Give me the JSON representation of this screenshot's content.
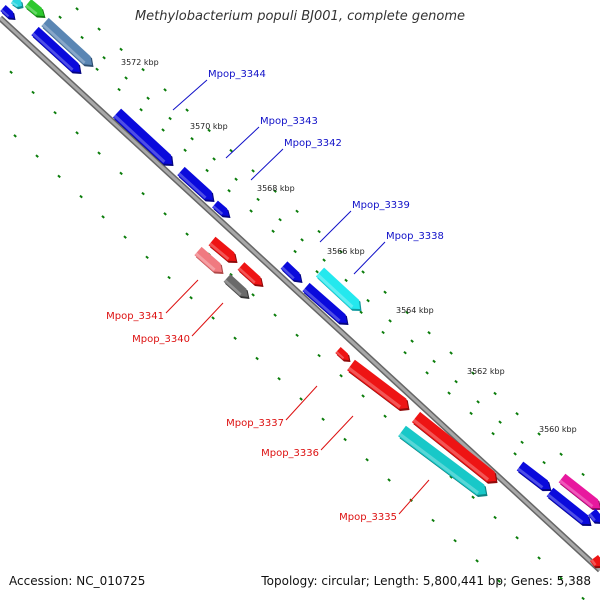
{
  "title": "Methylobacterium populi BJ001, complete genome",
  "footer": {
    "accession": "Accession: NC_010725",
    "summary": "Topology: circular; Length: 5,800,441 bp; Genes: 5,388"
  },
  "colors": {
    "backbone": "#8c8c8c",
    "tick": "#0b7d0b",
    "label_forward": "#1010c8",
    "label_reverse": "#dd1111"
  },
  "ticks": [
    "3572 kbp",
    "3570 kbp",
    "3568 kbp",
    "3566 kbp",
    "3564 kbp",
    "3562 kbp",
    "3560 kbp"
  ],
  "genes_forward": [
    "Mpop_3344",
    "Mpop_3343",
    "Mpop_3342",
    "Mpop_3339",
    "Mpop_3338"
  ],
  "genes_reverse": [
    "Mpop_3341",
    "Mpop_3340",
    "Mpop_3337",
    "Mpop_3336",
    "Mpop_3335"
  ]
}
